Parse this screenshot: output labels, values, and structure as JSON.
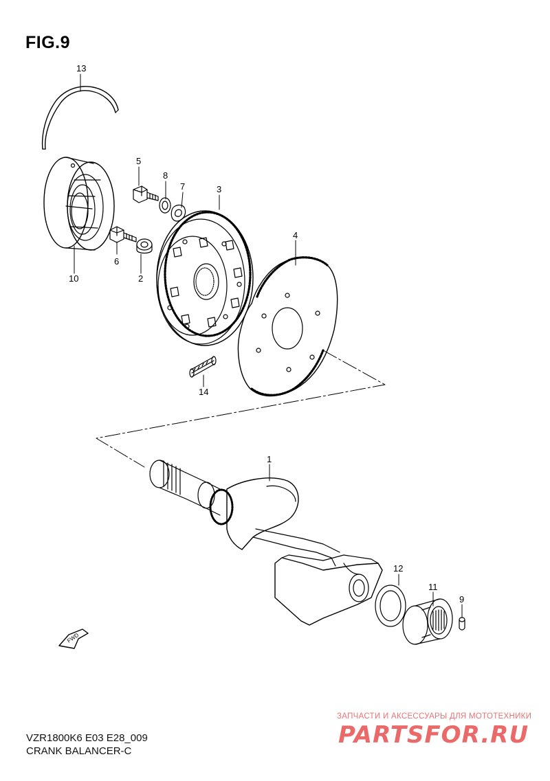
{
  "figure_label": "FIG.9",
  "footer": {
    "code": "VZR1800K6 E03 E28_009",
    "name": "CRANK BALANCER-C"
  },
  "fwd_arrow_label": "FWD",
  "watermark": {
    "tagline": "ЗАПЧАСТИ И АКСЕССУАРЫ ДЛЯ МОТОТЕХНИКИ",
    "logo": "PARTSFOR.RU",
    "color": "#e64545"
  },
  "callouts": {
    "p1": "1",
    "p2": "2",
    "p3": "3",
    "p4": "4",
    "p5": "5",
    "p6": "6",
    "p7": "7",
    "p8": "8",
    "p9": "9",
    "p10": "10",
    "p11": "11",
    "p12": "12",
    "p13": "13",
    "p14": "14"
  }
}
